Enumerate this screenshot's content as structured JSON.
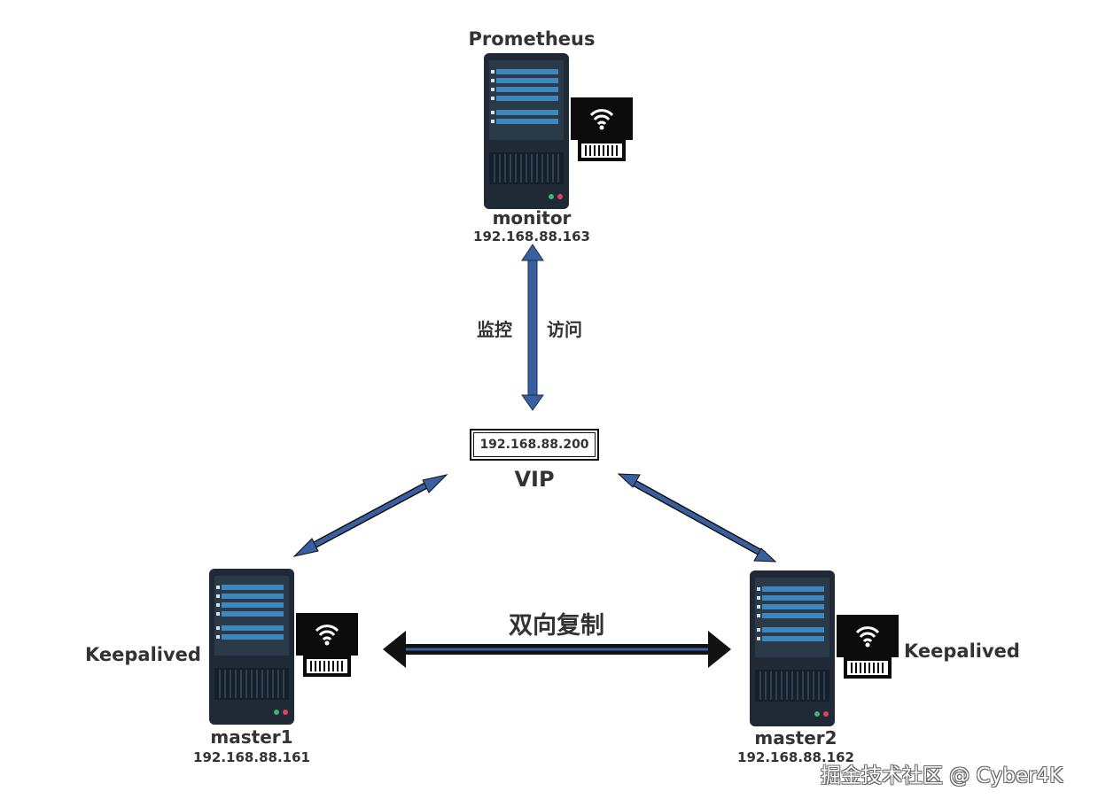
{
  "nodes": {
    "monitor": {
      "role": "Prometheus",
      "name": "monitor",
      "ip": "192.168.88.163"
    },
    "master1": {
      "role": "Keepalived",
      "name": "master1",
      "ip": "192.168.88.161"
    },
    "master2": {
      "role": "Keepalived",
      "name": "master2",
      "ip": "192.168.88.162"
    }
  },
  "vip": {
    "ip": "192.168.88.200",
    "label": "VIP"
  },
  "links": {
    "monitor_left": "监控",
    "monitor_right": "访问",
    "replication": "双向复制"
  },
  "watermark": "掘金技术社区 @ Cyber4K",
  "colors": {
    "server_body": "#1f2a36",
    "server_panel": "#2d3d4d",
    "server_bar": "#3f87bf",
    "arrow_blue": "#3a5fa0",
    "arrow_black": "#111111",
    "text": "#333333"
  },
  "icons": [
    "server-icon",
    "wifi-icon"
  ]
}
